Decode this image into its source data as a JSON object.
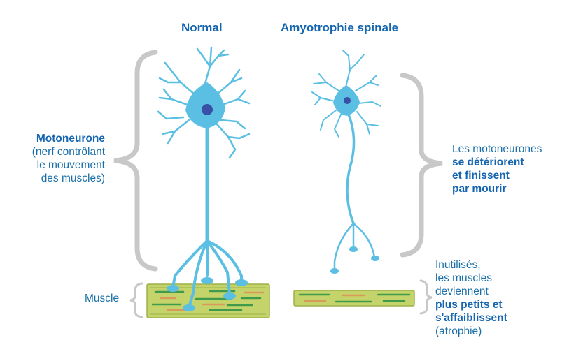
{
  "titles": {
    "normal": "Normal",
    "sma": "Amyotrophie spinale"
  },
  "left_label": {
    "bold": "Motoneurone",
    "line1": "(nerf contrôlant",
    "line2": "le mouvement",
    "line3": "des muscles)"
  },
  "muscle_label": "Muscle",
  "right_label": {
    "line1": "Les motoneurones",
    "bold1": "se détériorent",
    "bold2": "et finissent",
    "bold3": "par mourir"
  },
  "bottom_label": {
    "line1": "Inutilisés,",
    "line2": "les muscles",
    "line3": "deviennent",
    "bold1": "plus petits et",
    "bold2": "s'affaiblissent",
    "line4": "(atrophie)"
  },
  "colors": {
    "neuron": "#5bbfe3",
    "nucleus": "#3a4fa6",
    "brace": "#c8c8c8",
    "muscle_fill": "#c5d46a",
    "muscle_edge": "#9db048",
    "fiber_green": "#3f9a4c",
    "fiber_orange": "#d79a5a",
    "text": "#1a6fa8"
  }
}
